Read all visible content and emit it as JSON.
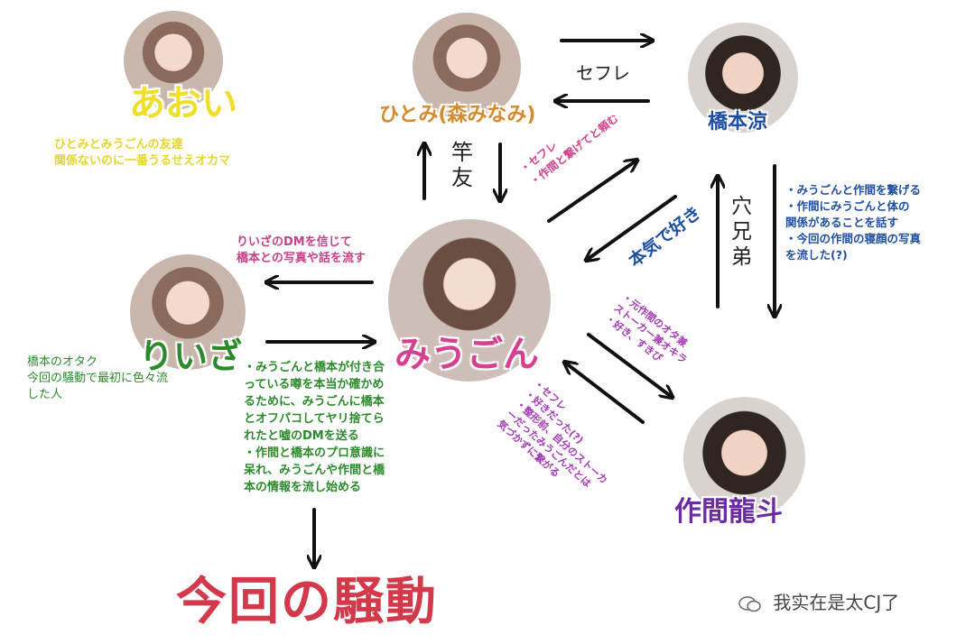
{
  "people": {
    "aoi": {
      "name": "あおい",
      "color": "#f0df2a"
    },
    "hitomi": {
      "name": "ひとみ(森みなみ)",
      "color": "#d58a2e"
    },
    "hashimoto": {
      "name": "橋本涼",
      "color": "#1f4fa0"
    },
    "riiza": {
      "name": "りいざ",
      "color": "#2c8a2c"
    },
    "miugon": {
      "name": "みうごん",
      "color": "#d3418f"
    },
    "sakuma": {
      "name": "作間龍斗",
      "color": "#6a2ca0"
    }
  },
  "notes": {
    "aoi": "ひとみとみうごんの友達\n関係ないのに一番うるせえオカマ",
    "riiza_left": "橋本のオタク\n今回の騒動で最初に色々流\nした人",
    "riiza_dm": "りいざのDMを信じて\n橋本との写真や話を流す",
    "riiza_action": "・みうごんと橋本が付き合\nっている噂を本当か確かめ\nるために、みうごんに橋本\nとオフパコしてヤリ捨てら\nれたと嘘のDMを送る\n・作間と橋本のプロ意識に\n呆れ、みうごんや作間と橋\n本の情報を流し始める",
    "hashimoto": "・みうごんと作間を繋げる\n・作間にみうごんと体の\n関係があることを話す\n・今回の作間の寝顔の写真\nを流した(?)",
    "miugon_to_hashimoto": "・セフレ\n・作間と繋げてと頼む",
    "sakuma_to_miugon_top": "・元作間のオタ兼\nストーカー兼オキラ\n・好き、すきぴ",
    "sakuma_from_miugon": "・セフレ\n・好きだった(?)\n・整形前、自分のストーカ\nーだったみうごんだとは\n気づかずに繋がる"
  },
  "relations": {
    "sefure": "セフレ",
    "saoyu": "竿\n友",
    "anakyodai": "穴\n兄\n弟",
    "honki": "本気で好き"
  },
  "footer": {
    "title": "今回の騒動",
    "watermark": "我实在是太CJ了"
  }
}
